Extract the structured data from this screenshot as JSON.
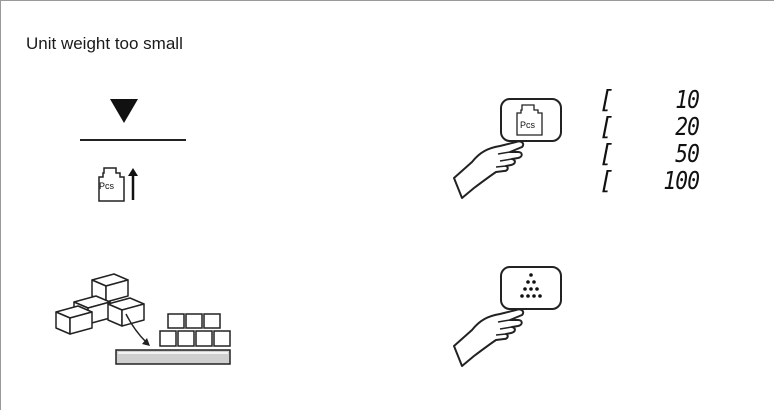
{
  "heading": "Unit weight too small",
  "pcs_key_label": "Pcs",
  "pcs_small_label": "Pcs",
  "display": {
    "prefix": "[",
    "values": [
      "10",
      "20",
      "50",
      "100"
    ]
  },
  "icons": {
    "arrow": "down-triangle-icon",
    "pcs_key": "pcs-key-icon",
    "hand": "pointing-hand-icon",
    "boxes": "boxes-on-scale-icon",
    "dots_key": "dots-key-icon"
  },
  "colors": {
    "ink": "#111111",
    "frame": "#9a9a9a"
  }
}
